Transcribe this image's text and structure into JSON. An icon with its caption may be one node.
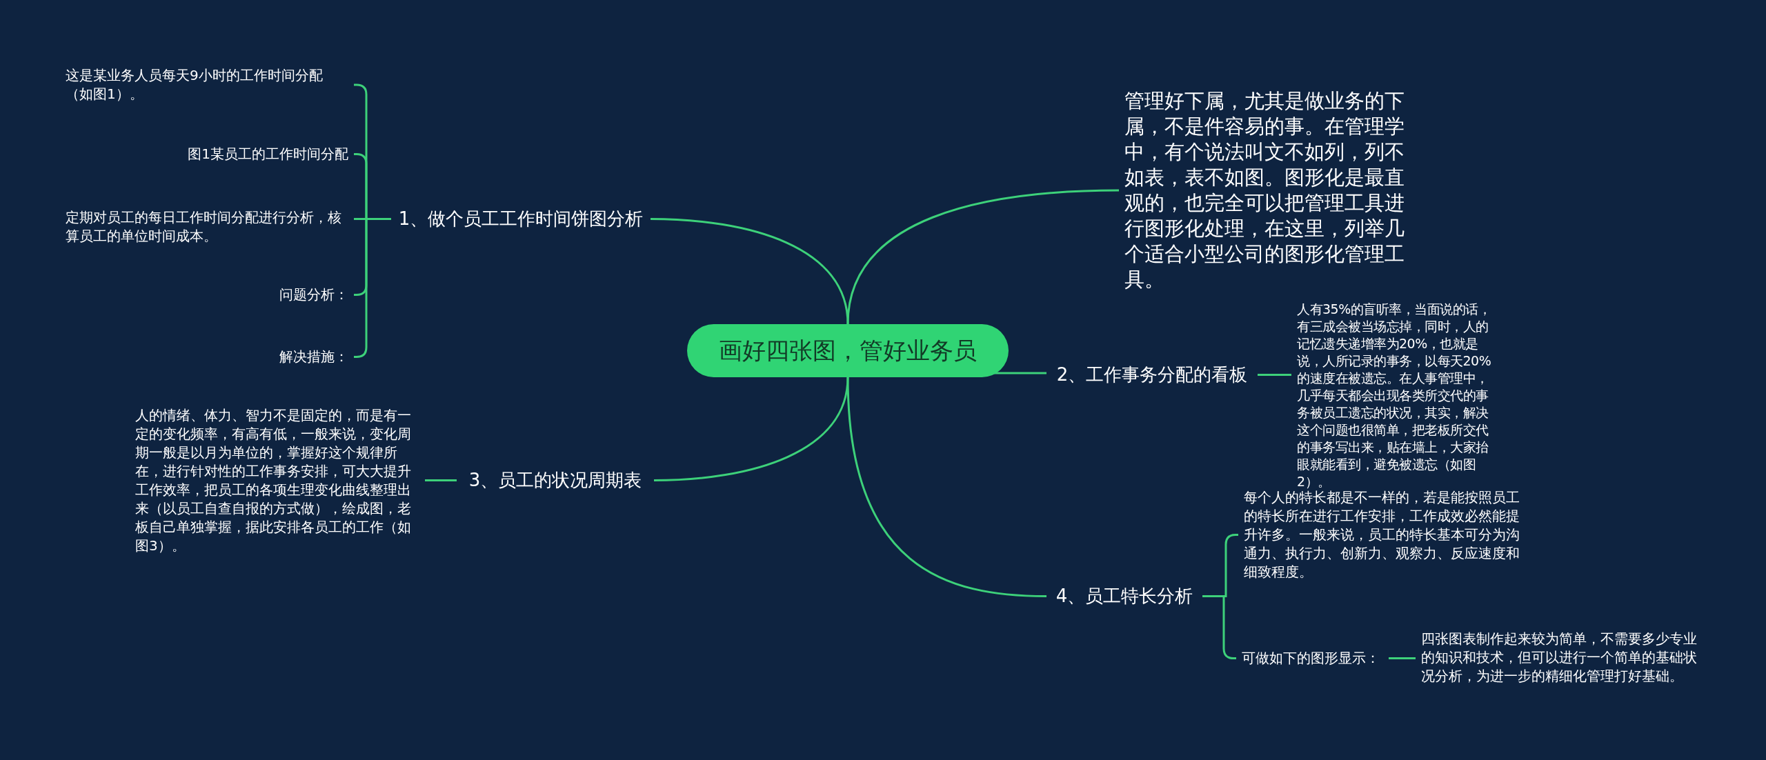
{
  "diagram": {
    "nodes": [
      {
        "text": [
          "画好四张图，管好业务员"
        ]
      },
      {
        "text": [
          "管理好下属，尤其是做业务的下属，不是件容易的事。在管理学中，有个说法叫文不如列，列不如表，表不如图。图形化是最直观的，也完全可以把管理工具进行图形化处理，在这里，列举几个适合小型公司的图形化管理工具。"
        ]
      },
      {
        "text": [
          "1、做个员工工作时间饼图分析"
        ]
      },
      {
        "text": [
          "这是某业务人员每天9小时的工作时间分配（如图1）。"
        ]
      },
      {
        "text": [
          "图1某员工的工作时间分配"
        ]
      },
      {
        "text": [
          "定期对员工的每日工作时间分配进行分析，核算员工的单位时间成本。"
        ]
      },
      {
        "text": [
          "问题分析："
        ]
      },
      {
        "text": [
          "解决措施："
        ]
      },
      {
        "text": [
          "2、工作事务分配的看板"
        ]
      },
      {
        "text": [
          "人有35%的盲听率，当面说的话，有三成会被当场忘掉，同时，人的记忆遗失递增率为20%，也就是说，人所记录的事务，以每天20%的速度在被遗忘。在人事管理中，几乎每天都会出现各类所交代的事务被员工遗忘的状况，其实，解决这个问题也很简单，把老板所交代的事务写出来，贴在墙上，大家抬眼就能看到，避免被遗忘（如图2）。"
        ]
      },
      {
        "text": [
          "3、员工的状况周期表"
        ]
      },
      {
        "text": [
          "人的情绪、体力、智力不是固定的，而是有一定的变化频率，有高有低，一般来说，变化周期一般是以月为单位的，掌握好这个规律所在，进行针对性的工作事务安排，可大大提升工作效率，把员工的各项生理变化曲线整理出来（以员工自查自报的方式做），绘成图，老板自己单独掌握，据此安排各员工的工作（如图3）。"
        ]
      },
      {
        "text": [
          "4、员工特长分析"
        ]
      },
      {
        "text": [
          "每个人的特长都是不一样的，若是能按照员工的特长所在进行工作安排，工作成效必然能提升许多。一般来说，员工的特长基本可分为沟通力、执行力、创新力、观察力、反应速度和细致程度。"
        ]
      },
      {
        "text": [
          "可做如下的图形显示："
        ]
      },
      {
        "text": [
          "四张图表制作起来较为简单，不需要多少专业的知识和技术，但可以进行一个简单的基础状况分析，为进一步的精细化管理打好基础。"
        ]
      }
    ],
    "edges": [
      {
        "from": 0,
        "to": 1,
        "arrow": "none"
      },
      {
        "from": 0,
        "to": 2,
        "arrow": "none"
      },
      {
        "from": 0,
        "to": 8,
        "arrow": "none"
      },
      {
        "from": 0,
        "to": 10,
        "arrow": "none"
      },
      {
        "from": 0,
        "to": 12,
        "arrow": "none"
      },
      {
        "from": 2,
        "to": 3,
        "arrow": "none"
      },
      {
        "from": 2,
        "to": 4,
        "arrow": "none"
      },
      {
        "from": 2,
        "to": 5,
        "arrow": "none"
      },
      {
        "from": 2,
        "to": 6,
        "arrow": "none"
      },
      {
        "from": 2,
        "to": 7,
        "arrow": "none"
      },
      {
        "from": 8,
        "to": 9,
        "arrow": "none"
      },
      {
        "from": 10,
        "to": 11,
        "arrow": "none"
      },
      {
        "from": 12,
        "to": 13,
        "arrow": "none"
      },
      {
        "from": 12,
        "to": 14,
        "arrow": "none"
      },
      {
        "from": 14,
        "to": 15,
        "arrow": "none"
      }
    ]
  }
}
